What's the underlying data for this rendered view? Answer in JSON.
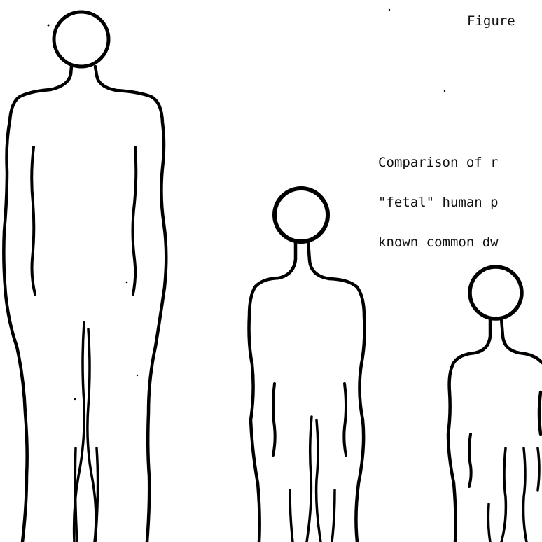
{
  "caption": {
    "figure_label": "Figure"
  },
  "comparison_text": {
    "lines": [
      "Comparison of r",
      "\"fetal\" human p",
      "known common dw"
    ]
  },
  "figures": [
    {
      "name": "tall-human-figure"
    },
    {
      "name": "medium-human-figure"
    },
    {
      "name": "small-human-figure"
    }
  ],
  "colors": {
    "ink": "#000000",
    "background": "#ffffff"
  }
}
